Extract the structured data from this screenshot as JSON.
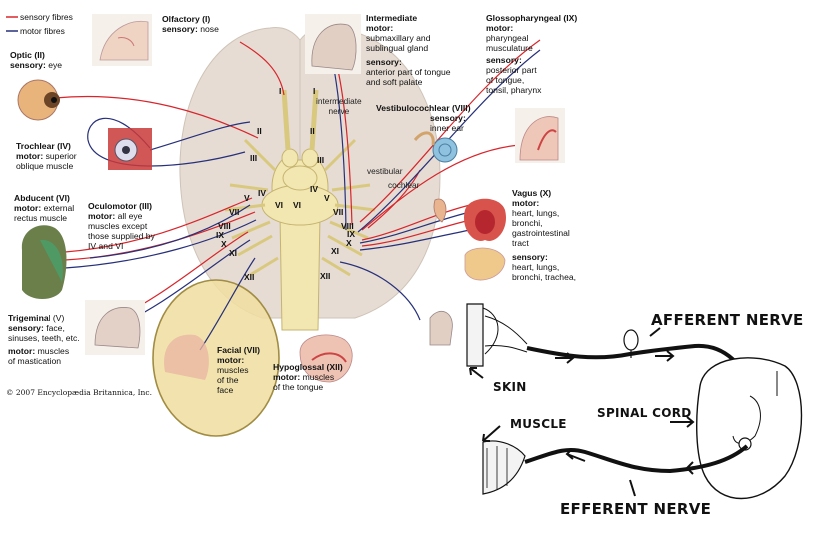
{
  "legend": {
    "sensory": "sensory fibres",
    "motor": "motor fibres"
  },
  "colors": {
    "sensory": "#d8252b",
    "motor": "#27307a",
    "brain": "#e7ddd4",
    "stem": "#f2e7b0",
    "highlight": "#f0dea0"
  },
  "nerves": {
    "olfactory": {
      "title": "Olfactory (I)",
      "sensory_label": "sensory:",
      "sensory_text": "nose"
    },
    "optic": {
      "title": "Optic (II)",
      "sensory_label": "sensory:",
      "sensory_text": "eye"
    },
    "trochlear": {
      "title": "Trochlear (IV)",
      "motor_label": "motor:",
      "motor_text1": "superior",
      "motor_text2": "oblique muscle"
    },
    "abducent": {
      "title": "Abducent (VI)",
      "motor_label": "motor:",
      "motor_text1": "external",
      "motor_text2": "rectus muscle"
    },
    "oculomotor": {
      "title": "Oculomotor (III)",
      "motor_label": "motor:",
      "motor_text1": "all eye",
      "motor_text2": "muscles except",
      "motor_text3": "those supplied by",
      "motor_text4": "IV and VI"
    },
    "trigeminal": {
      "title_main": "Trigemina",
      "title_rest": "l (V)",
      "sensory_label": "sensory:",
      "sensory_text1": "face,",
      "sensory_text2": "sinuses, teeth, etc.",
      "motor_label": "motor:",
      "motor_text1": "muscles",
      "motor_text2": "of mastication"
    },
    "facial": {
      "title": "Facial (VII)",
      "motor_label": "motor:",
      "motor_text1": "muscles",
      "motor_text2": "of the",
      "motor_text3": "face"
    },
    "hypoglossal": {
      "title": "Hypoglossal (XII)",
      "motor_label": "motor:",
      "motor_text1": "muscles",
      "motor_text2": "of the tongue"
    },
    "intermediate": {
      "title": "Intermediate",
      "motor_label": "motor:",
      "motor_text1": "submaxillary and",
      "motor_text2": "sublingual gland",
      "sensory_label": "sensory:",
      "sensory_text1": "anterior part of tongue",
      "sensory_text2": "and soft palate"
    },
    "vestibulocochlear": {
      "title": "Vestibulocochlear (VIII)",
      "sensory_label": "sensory:",
      "sensory_text": "inner ear"
    },
    "glossopharyngeal": {
      "title": "Glossopharyngeal (IX)",
      "motor_label": "motor:",
      "motor_text1": "pharyngeal",
      "motor_text2": "musculature",
      "sensory_label": "sensory:",
      "sensory_text1": "posterior part",
      "sensory_text2": "of tongue,",
      "sensory_text3": "tonsil, pharynx"
    },
    "vagus": {
      "title": "Vagus (X)",
      "motor_label": "motor:",
      "motor_text1": "heart, lungs,",
      "motor_text2": "bronchi,",
      "motor_text3": "gastrointestinal",
      "motor_text4": "tract",
      "sensory_label": "sensory:",
      "sensory_text1": "heart, lungs,",
      "sensory_text2": "bronchi, trachea,"
    }
  },
  "brain_labels": {
    "intermediate_nerve1": "intermediate",
    "intermediate_nerve2": "nerve",
    "vestibular": "vestibular",
    "cochlear": "cochlear"
  },
  "roman": [
    "I",
    "I",
    "II",
    "II",
    "III",
    "III",
    "IV",
    "IV",
    "V",
    "V",
    "VI",
    "VI",
    "VII",
    "VII",
    "VIII",
    "VIII",
    "IX",
    "IX",
    "X",
    "X",
    "XI",
    "XI",
    "XII",
    "XII"
  ],
  "copyright": "© 2007 Encyclopædia Britannica, Inc.",
  "reflex": {
    "afferent": "AFFERENT NERVE",
    "skin": "SKIN",
    "spinal_cord": "SPINAL CORD",
    "muscle": "MUSCLE",
    "efferent": "EFFERENT NERVE"
  }
}
